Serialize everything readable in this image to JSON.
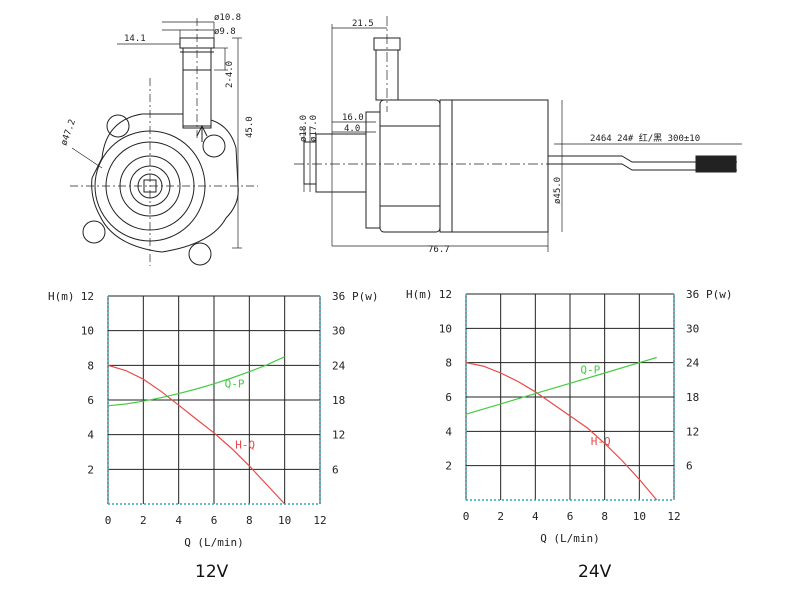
{
  "front_view": {
    "dims": {
      "outer_dia": "ø10.8",
      "inner_dia": "ø9.8",
      "offset": "14.1",
      "barb": "2-4.0",
      "height": "45.0",
      "body_dia": "ø47.2"
    }
  },
  "side_view": {
    "dims": {
      "top_len": "21.5",
      "len16": "16.0",
      "len4": "4.0",
      "dia18": "ø18.0",
      "dia17": "ø17.0",
      "cable": "2464 24# 红/黑 300±10",
      "dia45": "ø45.0",
      "total": "76.7"
    }
  },
  "chart_12v": {
    "caption": "12V",
    "chart_data": {
      "type": "line",
      "xlabel": "Q (L/min)",
      "ylabel_left": "H(m)",
      "ylabel_right": "P(w)",
      "xlim": [
        0,
        12
      ],
      "ylim_left": [
        0,
        12
      ],
      "ylim_right": [
        0,
        36
      ],
      "x_ticks": [
        "0",
        "2",
        "4",
        "6",
        "8",
        "10",
        "12"
      ],
      "y_left_ticks": [
        "2",
        "4",
        "6",
        "8",
        "10",
        "12"
      ],
      "y_right_ticks": [
        "6",
        "12",
        "18",
        "24",
        "30",
        "36"
      ],
      "grid": true,
      "series": [
        {
          "name": "H-Q",
          "color": "#e84a4a",
          "axis": "left",
          "x": [
            0,
            1,
            2,
            3,
            4,
            5,
            6,
            7,
            8,
            9,
            10
          ],
          "y": [
            8.0,
            7.7,
            7.2,
            6.5,
            5.7,
            4.9,
            4.1,
            3.2,
            2.2,
            1.1,
            0.0
          ]
        },
        {
          "name": "Q-P",
          "color": "#44cc44",
          "axis": "right",
          "x": [
            0,
            1,
            2,
            3,
            4,
            5,
            6,
            7,
            8,
            9,
            10
          ],
          "y": [
            17.0,
            17.3,
            17.8,
            18.4,
            19.1,
            19.9,
            20.8,
            21.8,
            22.9,
            24.1,
            25.5
          ]
        }
      ]
    }
  },
  "chart_24v": {
    "caption": "24V",
    "chart_data": {
      "type": "line",
      "xlabel": "Q (L/min)",
      "ylabel_left": "H(m)",
      "ylabel_right": "P(w)",
      "xlim": [
        0,
        12
      ],
      "ylim_left": [
        0,
        12
      ],
      "ylim_right": [
        0,
        36
      ],
      "x_ticks": [
        "0",
        "2",
        "4",
        "6",
        "8",
        "10",
        "12"
      ],
      "y_left_ticks": [
        "2",
        "4",
        "6",
        "8",
        "10",
        "12"
      ],
      "y_right_ticks": [
        "6",
        "12",
        "18",
        "24",
        "30",
        "36"
      ],
      "grid": true,
      "series": [
        {
          "name": "H-Q",
          "color": "#e84a4a",
          "axis": "left",
          "x": [
            0,
            1,
            2,
            3,
            4,
            5,
            6,
            7,
            8,
            9,
            10,
            11
          ],
          "y": [
            8.0,
            7.8,
            7.4,
            6.9,
            6.3,
            5.6,
            4.9,
            4.2,
            3.3,
            2.3,
            1.2,
            0.0
          ]
        },
        {
          "name": "Q-P",
          "color": "#44cc44",
          "axis": "right",
          "x": [
            0,
            2,
            4,
            6,
            8,
            10,
            11
          ],
          "y": [
            15.0,
            16.8,
            18.6,
            20.4,
            22.2,
            24.0,
            24.9
          ]
        }
      ]
    }
  }
}
